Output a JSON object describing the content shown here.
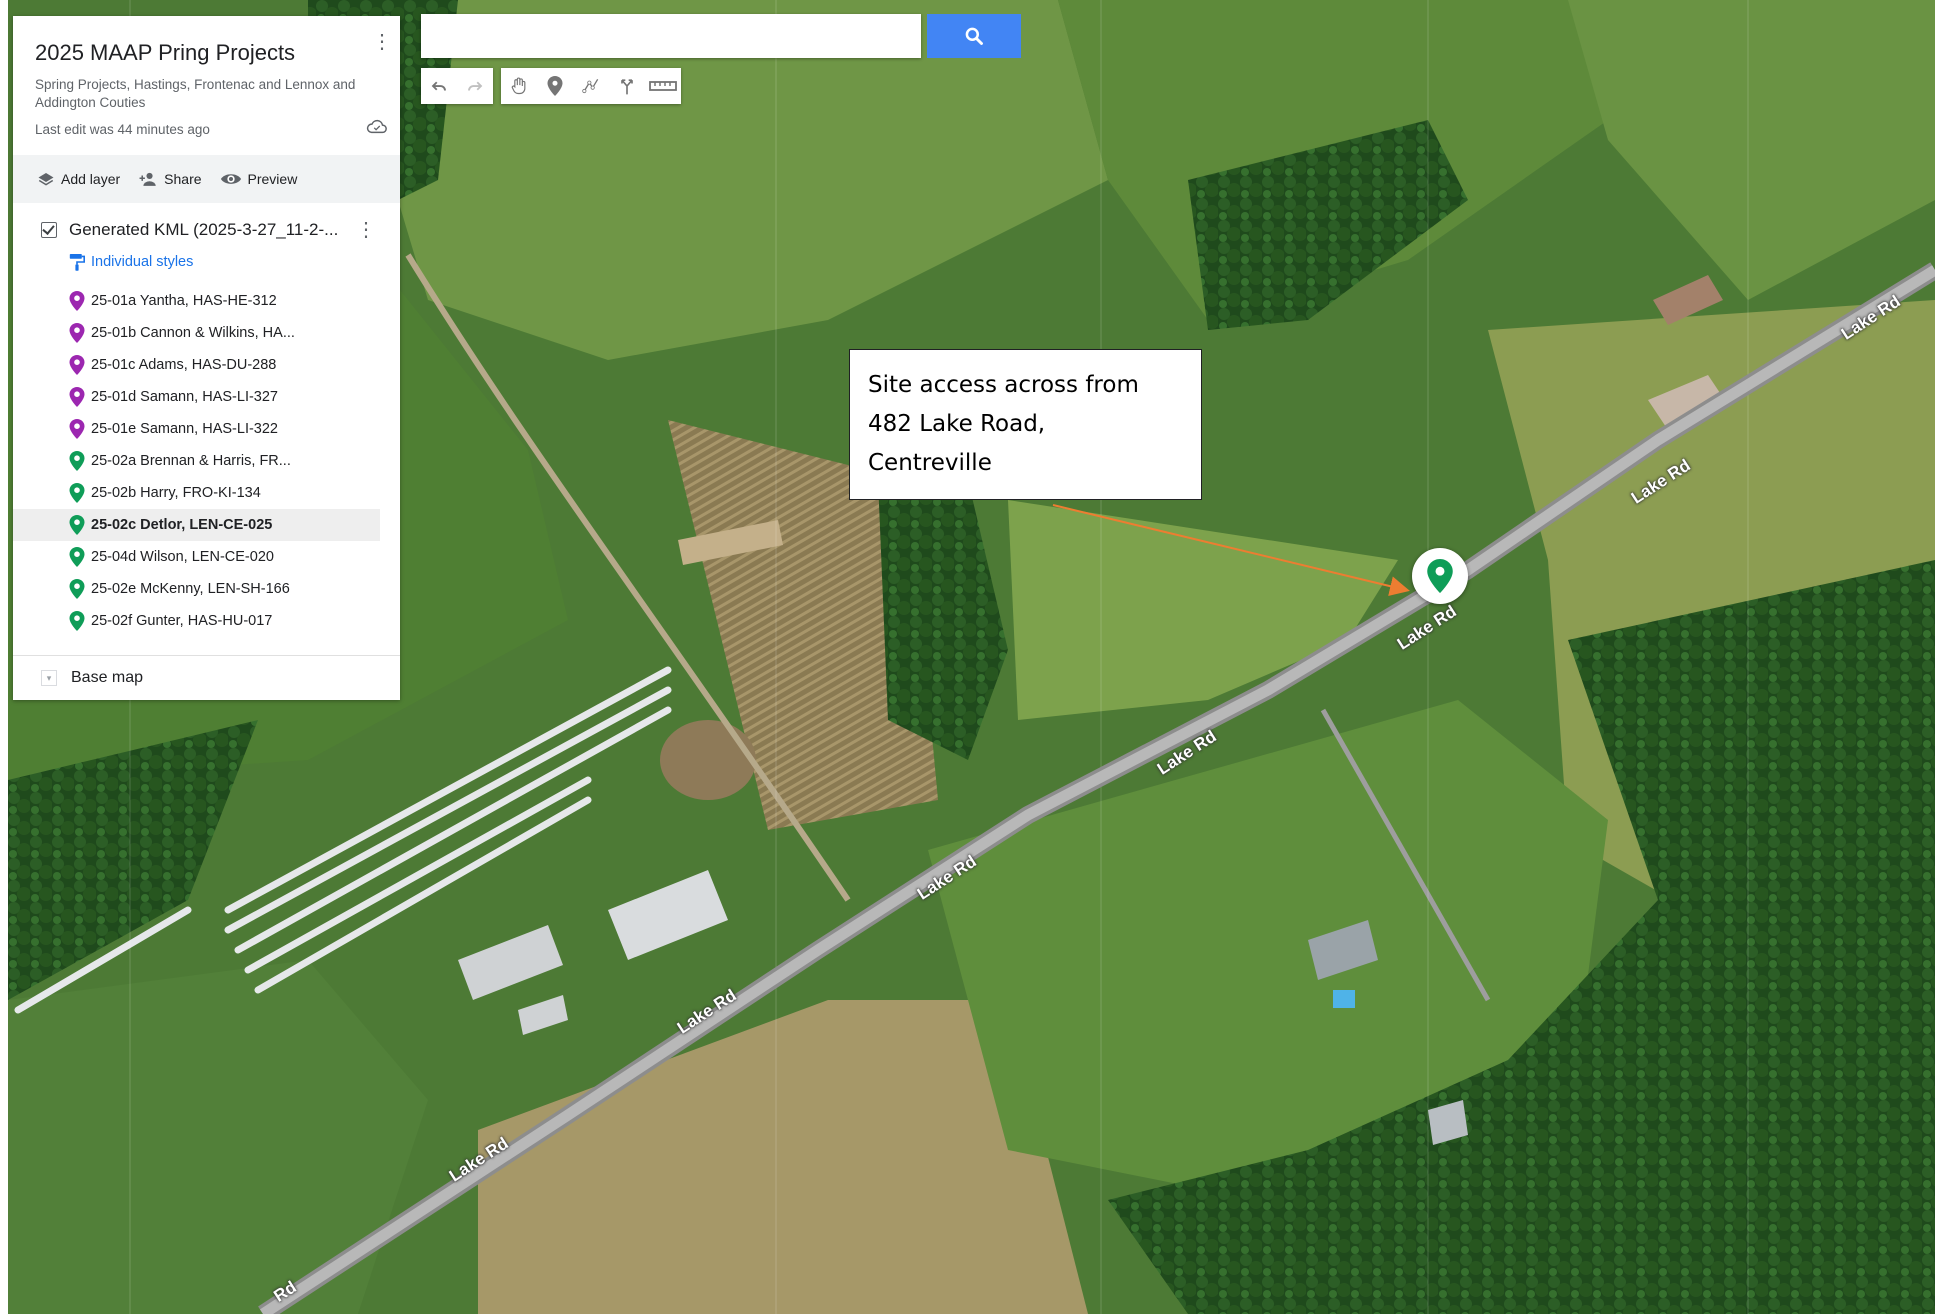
{
  "panel": {
    "title": "2025 MAAP Pring Projects",
    "subtitle": "Spring Projects, Hastings, Frontenac and Lennox and Addington Couties",
    "last_edit": "Last edit was 44 minutes ago",
    "toolbar": {
      "add_layer": "Add layer",
      "share": "Share",
      "preview": "Preview"
    },
    "layer": {
      "name": "Generated KML (2025-3-27_11-2-...",
      "styles_label": "Individual styles",
      "items": [
        {
          "label": "25-01a Yantha, HAS-HE-312",
          "color": "#9c27b0"
        },
        {
          "label": "25-01b Cannon & Wilkins, HA...",
          "color": "#9c27b0"
        },
        {
          "label": "25-01c Adams, HAS-DU-288",
          "color": "#9c27b0"
        },
        {
          "label": "25-01d Samann, HAS-LI-327",
          "color": "#9c27b0"
        },
        {
          "label": "25-01e Samann, HAS-LI-322",
          "color": "#9c27b0"
        },
        {
          "label": "25-02a Brennan & Harris, FR...",
          "color": "#0f9d58"
        },
        {
          "label": "25-02b Harry, FRO-KI-134",
          "color": "#0f9d58"
        },
        {
          "label": "25-02c Detlor, LEN-CE-025",
          "color": "#0f9d58",
          "selected": true
        },
        {
          "label": "25-04d Wilson, LEN-CE-020",
          "color": "#0f9d58"
        },
        {
          "label": "25-02e McKenny, LEN-SH-166",
          "color": "#0f9d58"
        },
        {
          "label": "25-02f Gunter, HAS-HU-017",
          "color": "#0f9d58"
        }
      ]
    },
    "base_map": "Base map"
  },
  "search": {
    "placeholder": ""
  },
  "callout": {
    "lines": [
      "Site access across from",
      "482 Lake Road,",
      "Centreville"
    ]
  },
  "map": {
    "road_label": "Lake Rd",
    "road_labels": [
      "Lake Rd",
      "Lake Rd",
      "Lake Rd",
      "Lake Rd",
      "Lake Rd",
      "Lake Rd",
      "Lake Rd",
      "Rd"
    ],
    "marker_color": "#0f9d58",
    "arrow_color": "#ed7d31"
  }
}
